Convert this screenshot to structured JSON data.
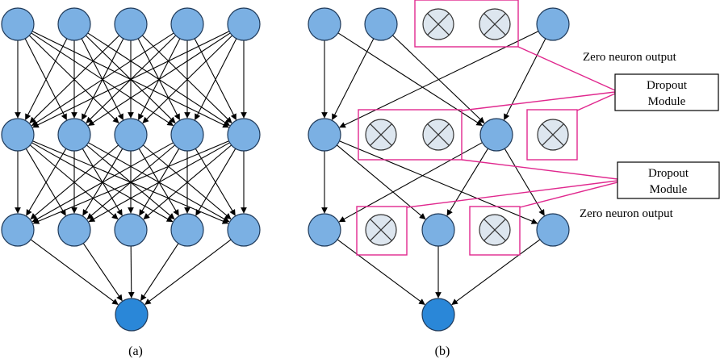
{
  "panels": [
    {
      "caption": "(a)"
    },
    {
      "caption": "(b)"
    }
  ],
  "annotations": {
    "zero_top": "Zero neuron output",
    "zero_bottom": "Zero neuron output",
    "module_top": [
      "Dropout",
      "Module"
    ],
    "module_bottom": [
      "Dropout",
      "Module"
    ]
  },
  "colors": {
    "neuron": "#7bb0e3",
    "output_neuron": "#2a87d8",
    "dropout_highlight": "#e0288e"
  }
}
